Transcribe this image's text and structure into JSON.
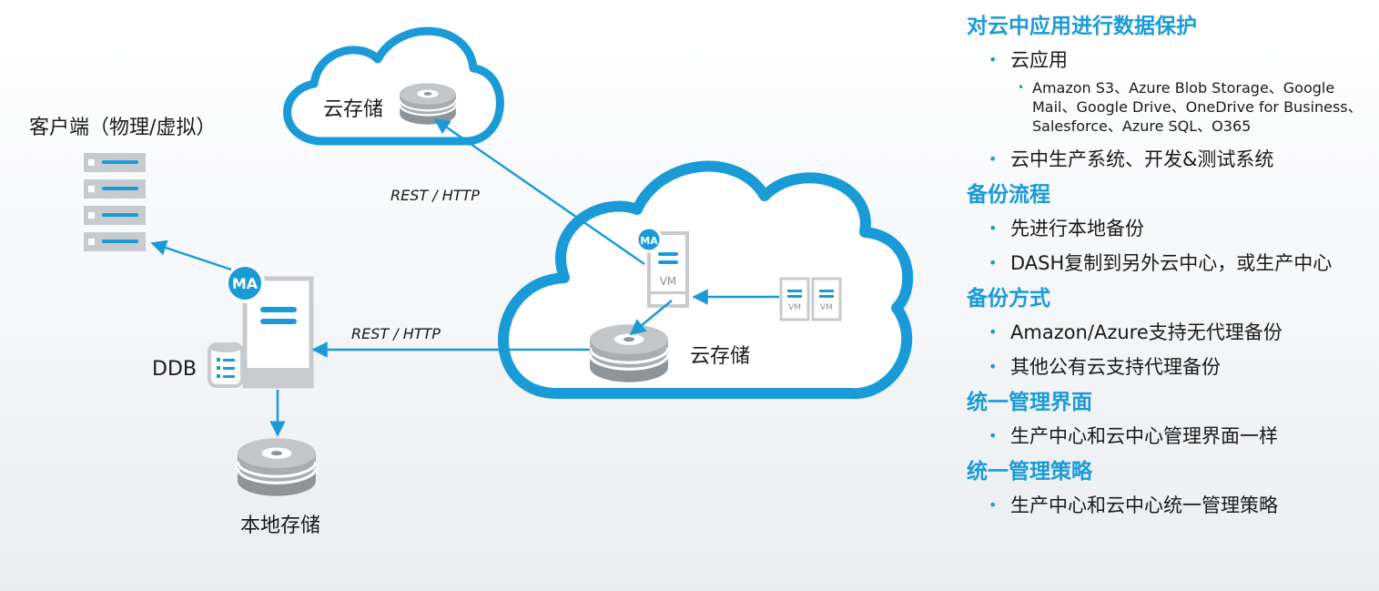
{
  "diagram": {
    "client_label": "客户端（物理/虚拟）",
    "ddb_label": "DDB",
    "ma_badge": "MA",
    "local_storage_label": "本地存储",
    "cloud_storage_top_label": "云存储",
    "cloud_storage_main_label": "云存储",
    "rest_http_top": "REST / HTTP",
    "rest_http_bottom": "REST / HTTP",
    "vm_label": "VM",
    "vm_small_label": "VM"
  },
  "panel": {
    "sections": [
      {
        "title": "对云中应用进行数据保护",
        "bullets": [
          {
            "text": "云应用",
            "sub": [
              "Amazon S3、Azure Blob Storage、Google Mail、Google Drive、OneDrive for Business、Salesforce、Azure SQL、O365"
            ]
          },
          {
            "text": "云中生产系统、开发&测试系统"
          }
        ]
      },
      {
        "title": "备份流程",
        "bullets": [
          {
            "text": "先进行本地备份"
          },
          {
            "text": "DASH复制到另外云中心，或生产中心"
          }
        ]
      },
      {
        "title": "备份方式",
        "bullets": [
          {
            "text": "Amazon/Azure支持无代理备份"
          },
          {
            "text": "其他公有云支持代理备份"
          }
        ]
      },
      {
        "title": "统一管理界面",
        "bullets": [
          {
            "text": "生产中心和云中心管理界面一样"
          }
        ]
      },
      {
        "title": "统一管理策略",
        "bullets": [
          {
            "text": "生产中心和云中心统一管理策略"
          }
        ]
      }
    ]
  },
  "colors": {
    "accent": "#1a9bd7",
    "cloud_fill": "#ffffff",
    "server_gray": "#c8cbce",
    "disk_gray": "#8f9498"
  }
}
